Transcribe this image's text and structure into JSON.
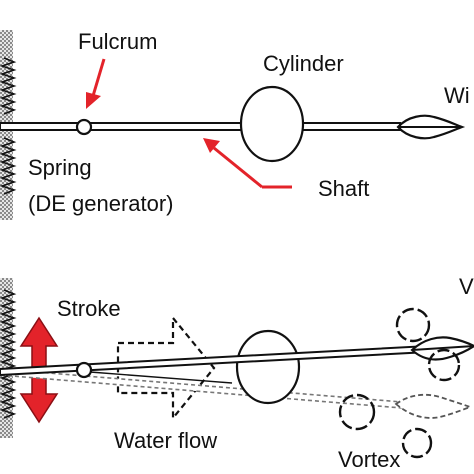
{
  "colors": {
    "ink": "#111111",
    "accent": "#e3232a",
    "accent_dark": "#8b0f14",
    "wall": "#bdbdbd",
    "paper": "#ffffff"
  },
  "top": {
    "labels": {
      "fulcrum": "Fulcrum",
      "cylinder": "Cylinder",
      "wing": "Wi",
      "spring_line1": "Spring",
      "spring_line2": "(DE generator)",
      "shaft": "Shaft"
    }
  },
  "bottom": {
    "labels": {
      "stroke": "Stroke",
      "water_flow": "Water flow",
      "vortex": "Vortex",
      "edge_letter": "V"
    }
  }
}
